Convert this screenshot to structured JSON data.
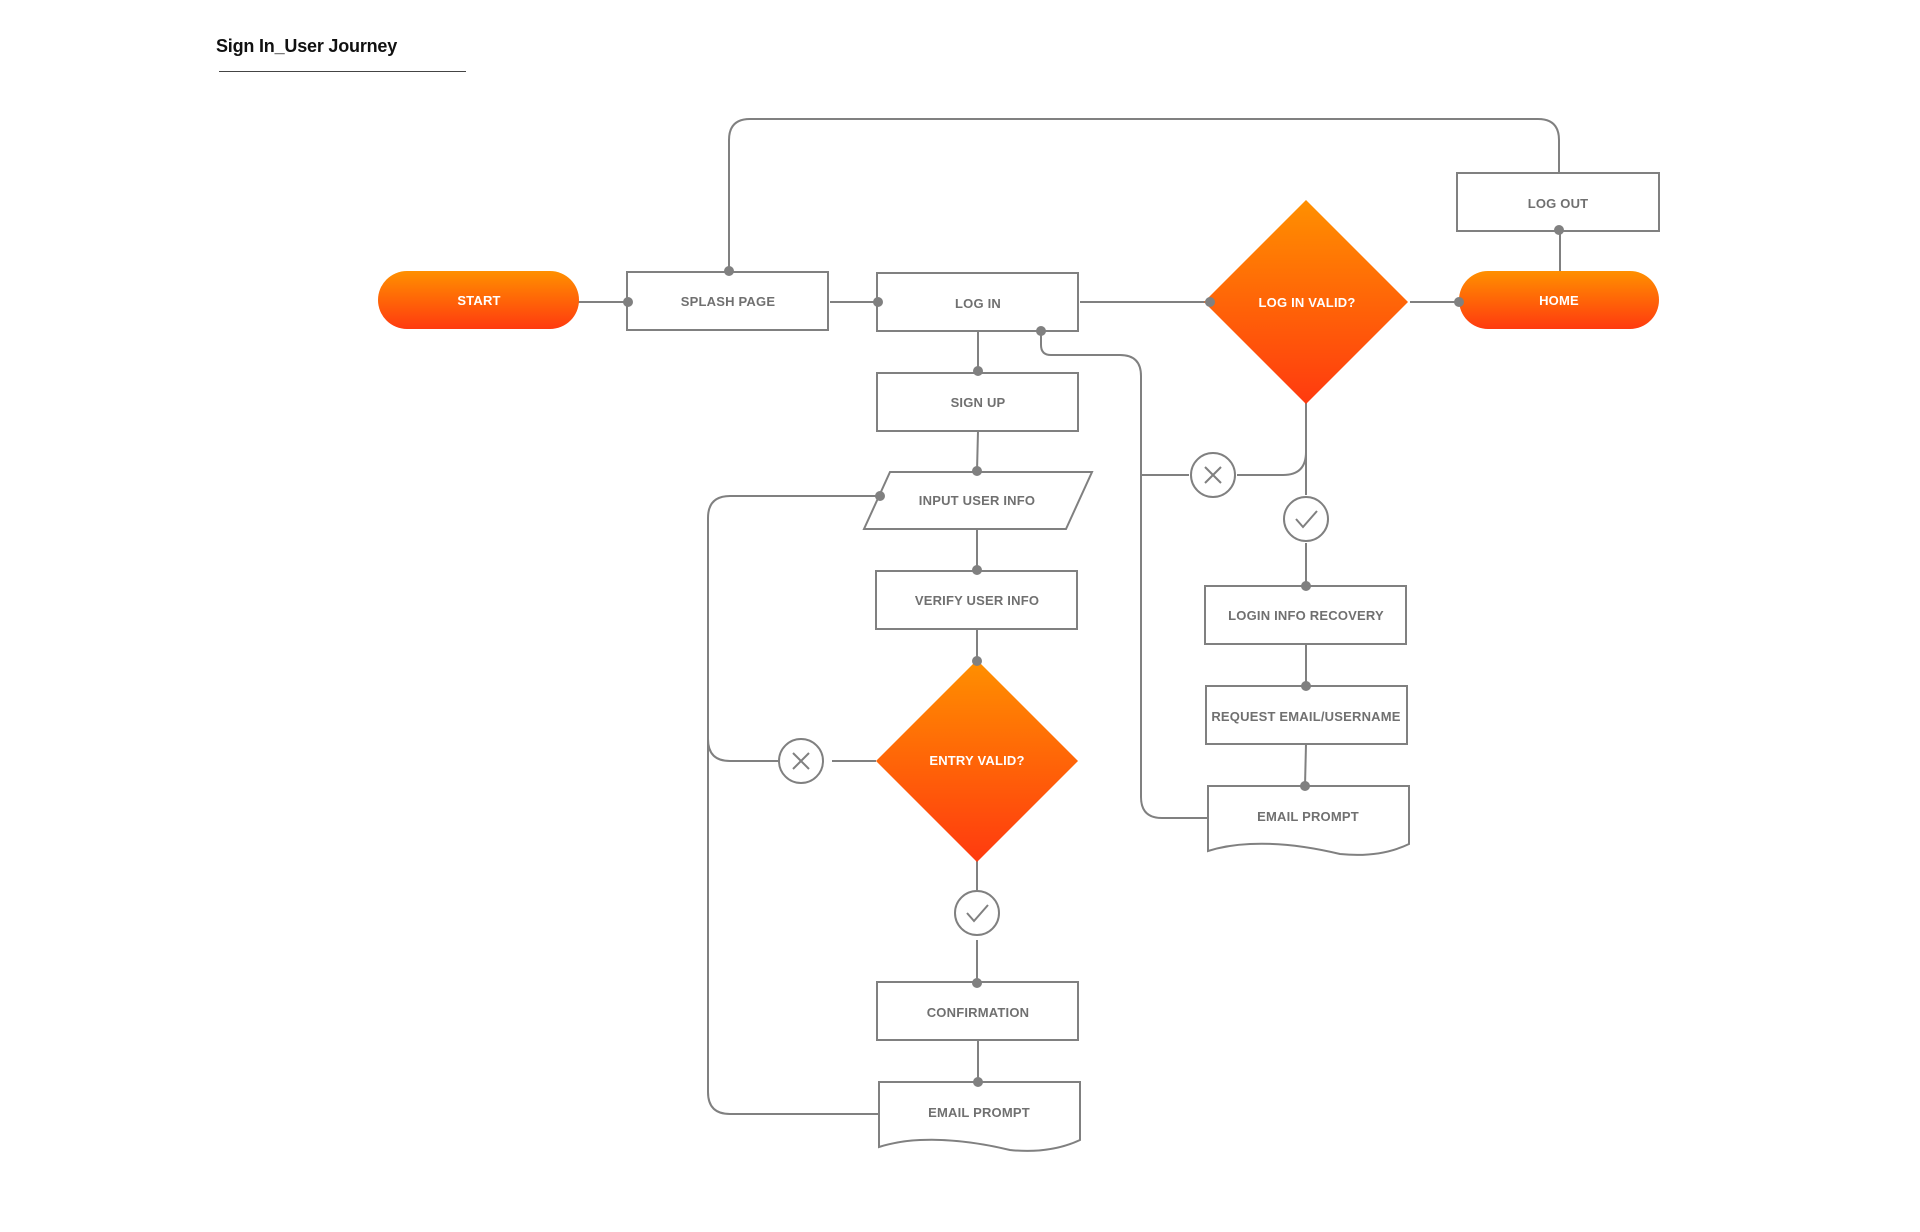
{
  "title": "Sign In_User Journey",
  "colors": {
    "accent_top": "#ff9000",
    "accent_bottom": "#ff3a0f",
    "line": "#808080",
    "box_text": "#707070",
    "accent_text": "#ffffff"
  },
  "nodes": {
    "start": "START",
    "splash_page": "SPLASH PAGE",
    "log_in": "LOG IN",
    "log_in_valid": "LOG IN VALID?",
    "home": "HOME",
    "log_out": "LOG OUT",
    "sign_up": "SIGN UP",
    "input_user_info": "INPUT USER INFO",
    "verify_user_info": "VERIFY USER INFO",
    "entry_valid": "ENTRY VALID?",
    "confirmation": "CONFIRMATION",
    "email_prompt_signup": "EMAIL PROMPT",
    "login_info_recovery": "LOGIN INFO RECOVERY",
    "request_email_username": "REQUEST EMAIL/USERNAME",
    "email_prompt_recovery": "EMAIL PROMPT"
  },
  "icons": {
    "reject": "x-circle-icon",
    "accept": "check-circle-icon"
  }
}
